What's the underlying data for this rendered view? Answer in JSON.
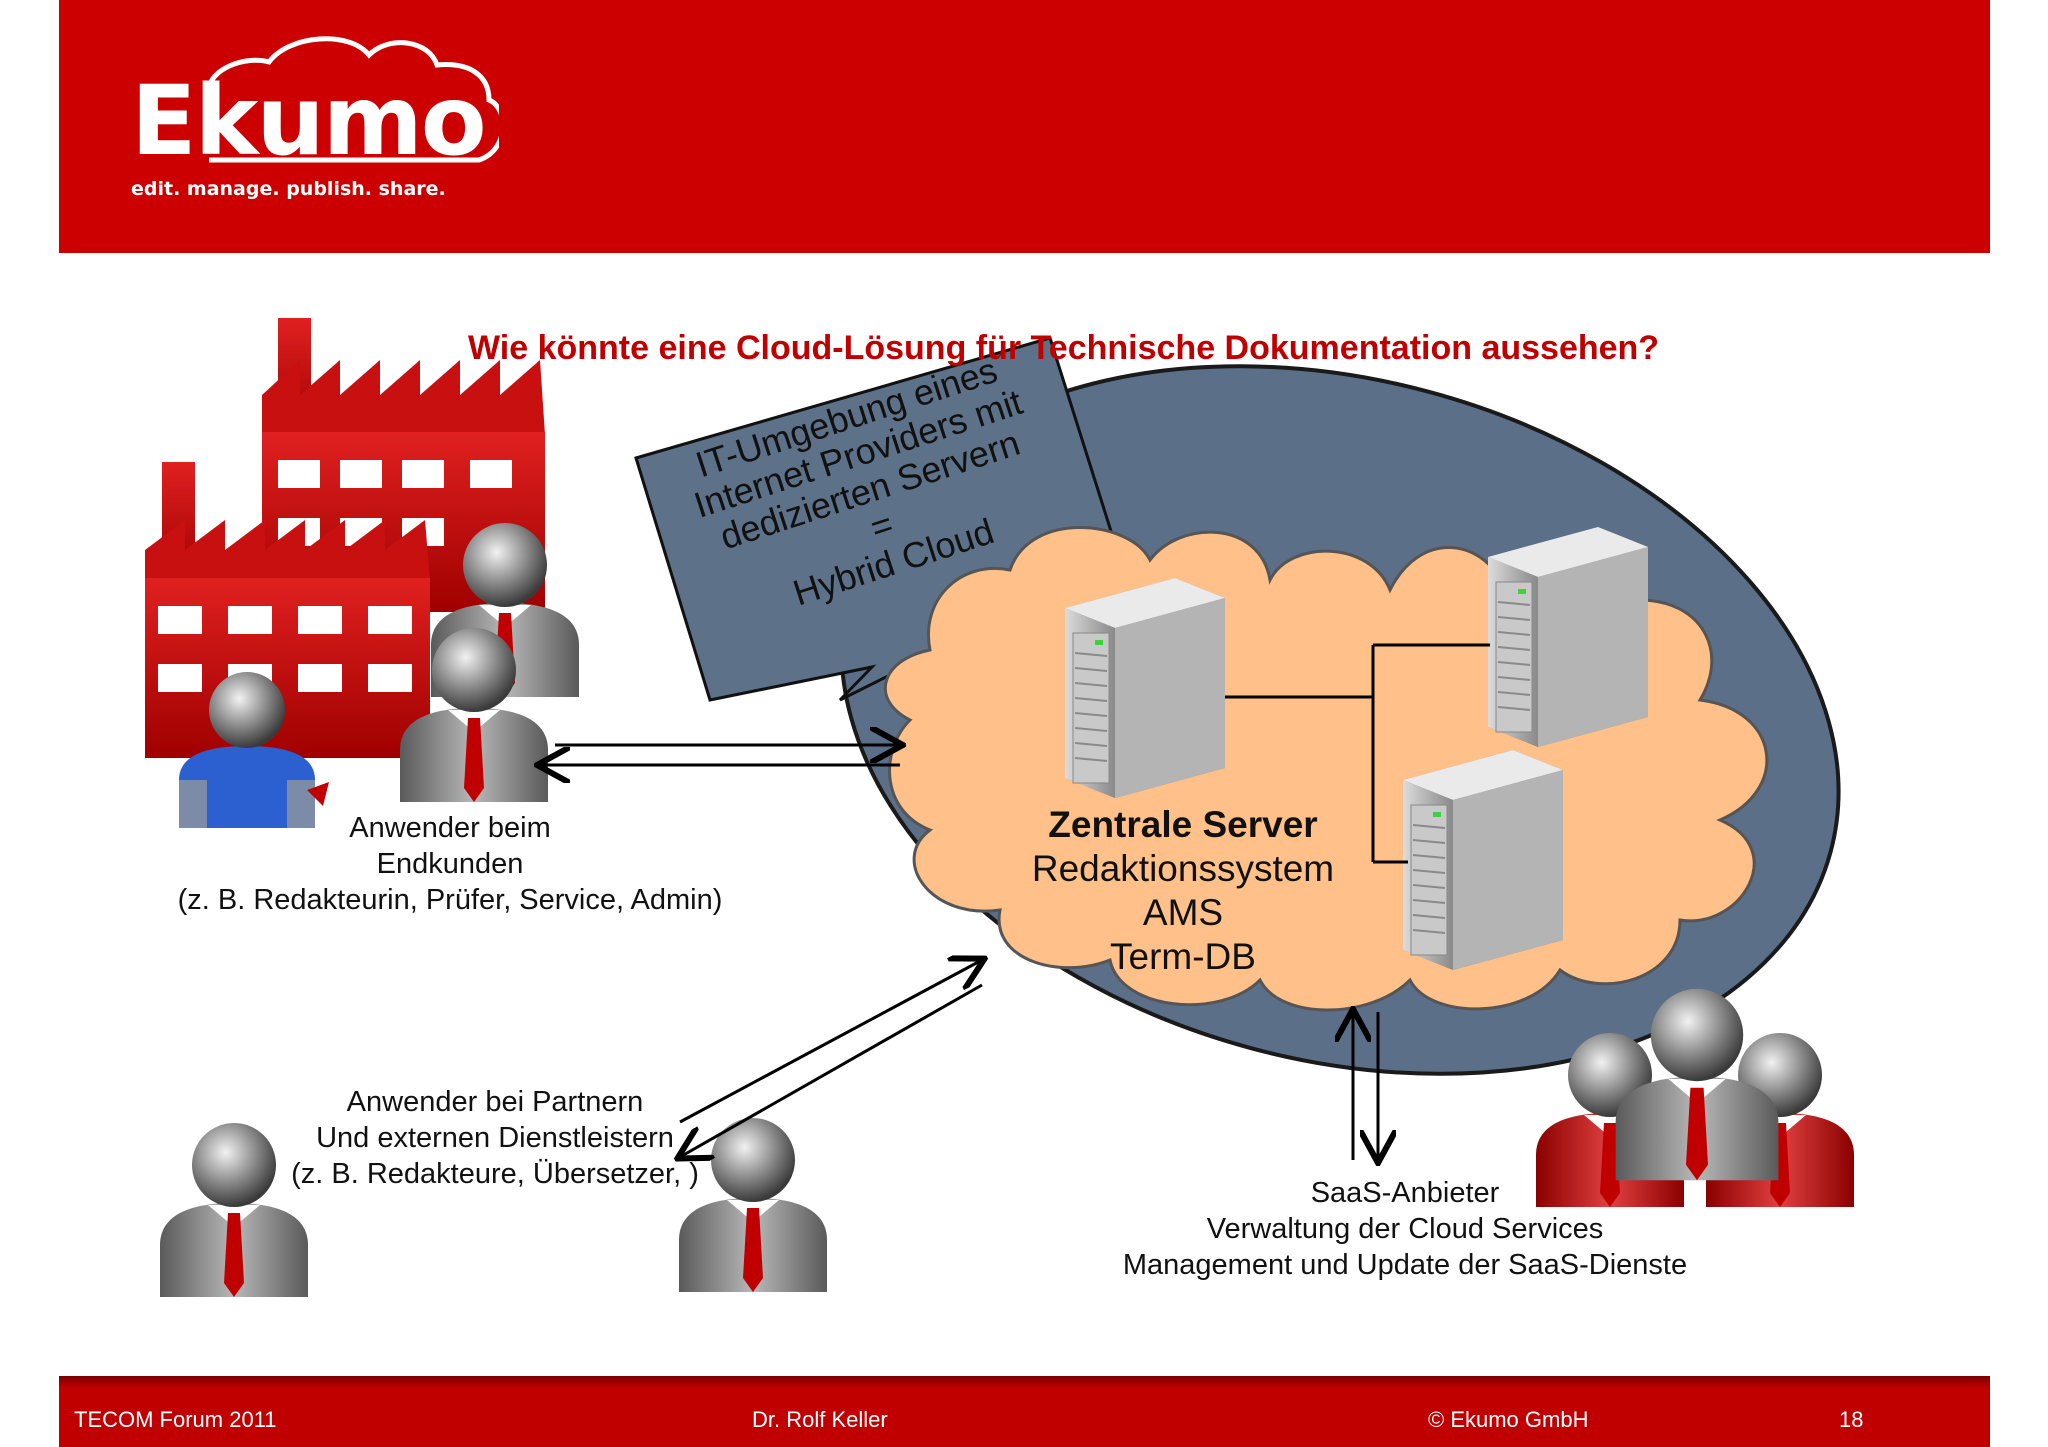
{
  "header": {
    "logo": "Ekumo",
    "tagline": "edit. manage. publish. share."
  },
  "title": "Wie könnte eine Cloud-Lösung für Technische Dokumentation aussehen?",
  "callout": {
    "lines": [
      "IT-Umgebung eines",
      "Internet Providers mit",
      "dedizierten Servern",
      "=",
      "Hybrid Cloud"
    ]
  },
  "servers": {
    "heading": "Zentrale Server",
    "items": [
      "Redaktionssystem",
      "AMS",
      "Term-DB"
    ]
  },
  "groups": {
    "end_customers": [
      "Anwender beim",
      "Endkunden",
      "(z. B. Redakteurin, Prüfer, Service, Admin)"
    ],
    "partners": [
      "Anwender bei Partnern",
      "Und externen Dienstleistern",
      "(z. B. Redakteure, Übersetzer, )"
    ],
    "saas": [
      "SaaS-Anbieter",
      "Verwaltung der Cloud Services",
      "Management und Update der SaaS-Dienste"
    ]
  },
  "footer": {
    "event": "TECOM Forum 2011",
    "author": "Dr. Rolf Keller",
    "copyright": "© Ekumo GmbH",
    "page": "18"
  },
  "colors": {
    "brand_red": "#cc0000",
    "ellipse": "#5b6f88",
    "cloud": "#ffc08a",
    "title_red": "#c00000"
  }
}
